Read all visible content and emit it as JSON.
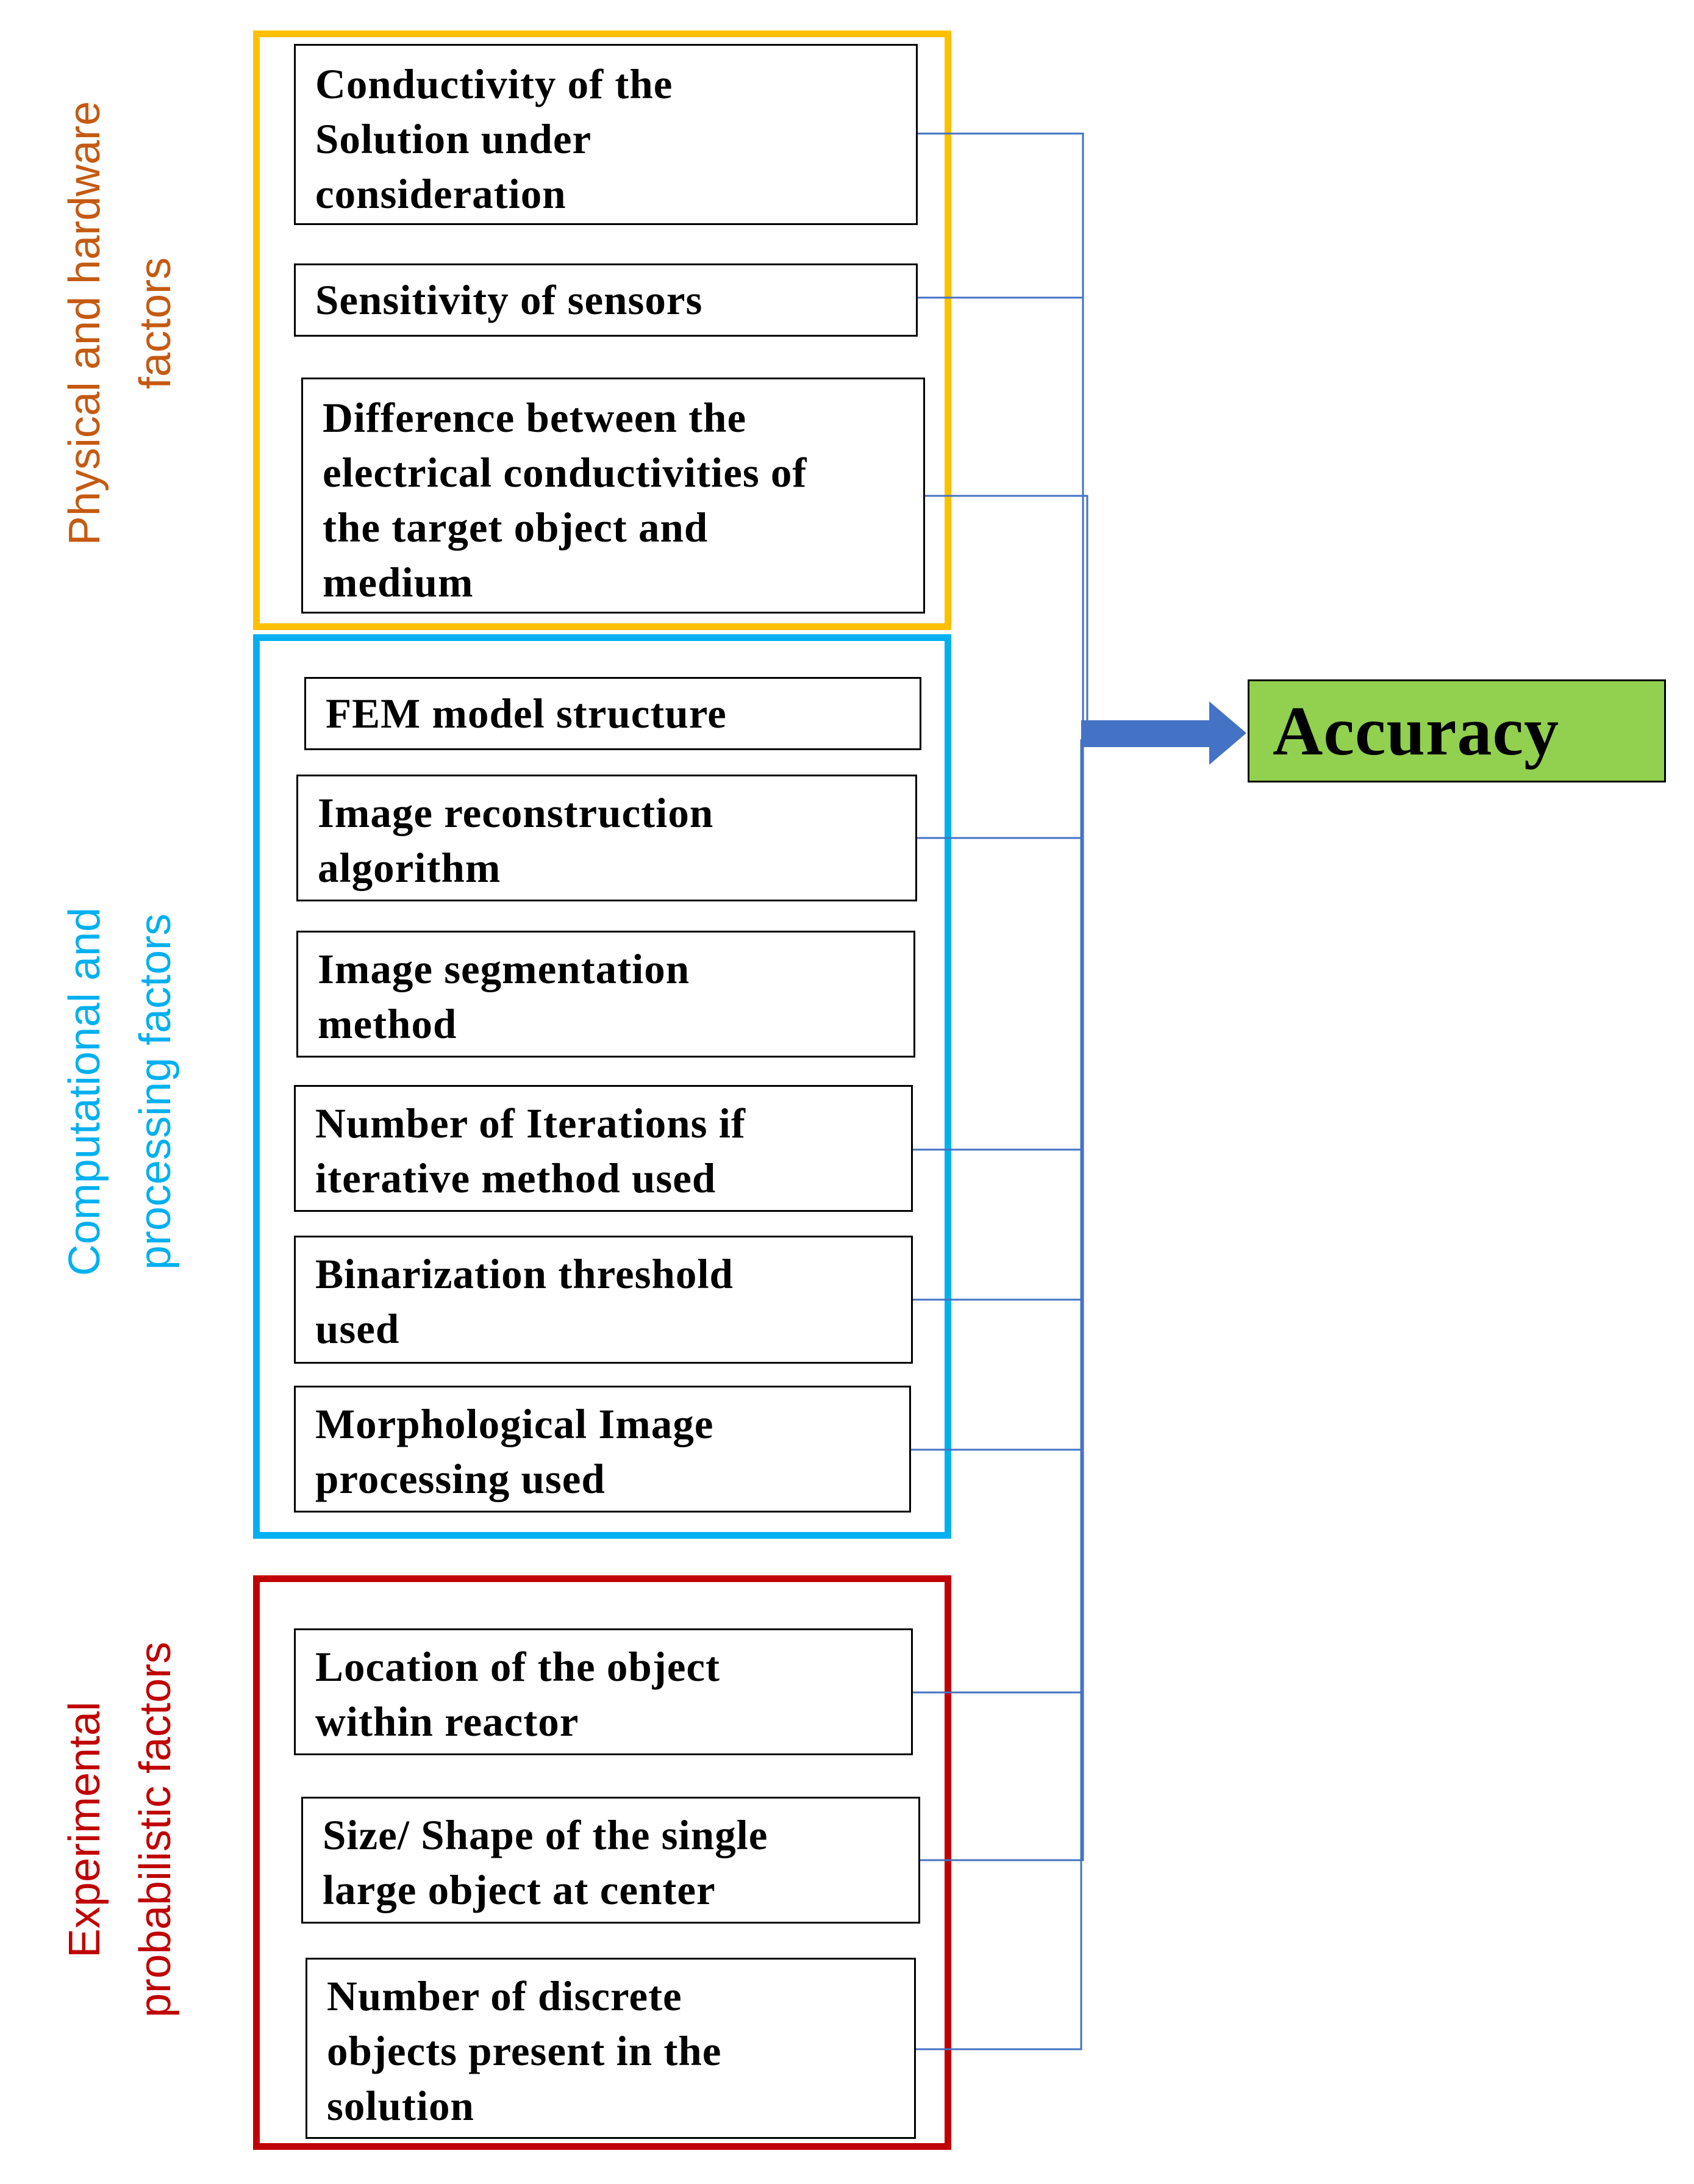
{
  "groups": {
    "physical": {
      "label_line1": "Physical and hardware",
      "label_line2": "factors",
      "color": "#FFC000",
      "label_color": "#C55A11"
    },
    "computational": {
      "label_line1": "Computational and",
      "label_line2": "processing factors",
      "color": "#00B0F0"
    },
    "experimental": {
      "label_line1": "Experimental",
      "label_line2": "probabilistic factors",
      "color": "#C00000"
    }
  },
  "factors": {
    "conductivity": "Conductivity of the\nSolution under\nconsideration",
    "sensitivity": "Sensitivity of sensors",
    "difference": "Difference between the\nelectrical conductivities of\nthe target object and\nmedium",
    "fem": "FEM model structure",
    "reconstruction": "Image reconstruction\nalgorithm",
    "segmentation": "Image segmentation\nmethod",
    "iterations": "Number of Iterations if\niterative method used",
    "binarization": "Binarization threshold\nused",
    "morphological": "Morphological Image\nprocessing used",
    "location": "Location of the object\nwithin reactor",
    "size": "Size/ Shape of the single\nlarge object at center",
    "discrete": "Number of discrete\nobjects present in the\nsolution"
  },
  "outcome": {
    "label": "Accuracy",
    "color": "#92D050"
  },
  "connector_color": "#4472C4"
}
